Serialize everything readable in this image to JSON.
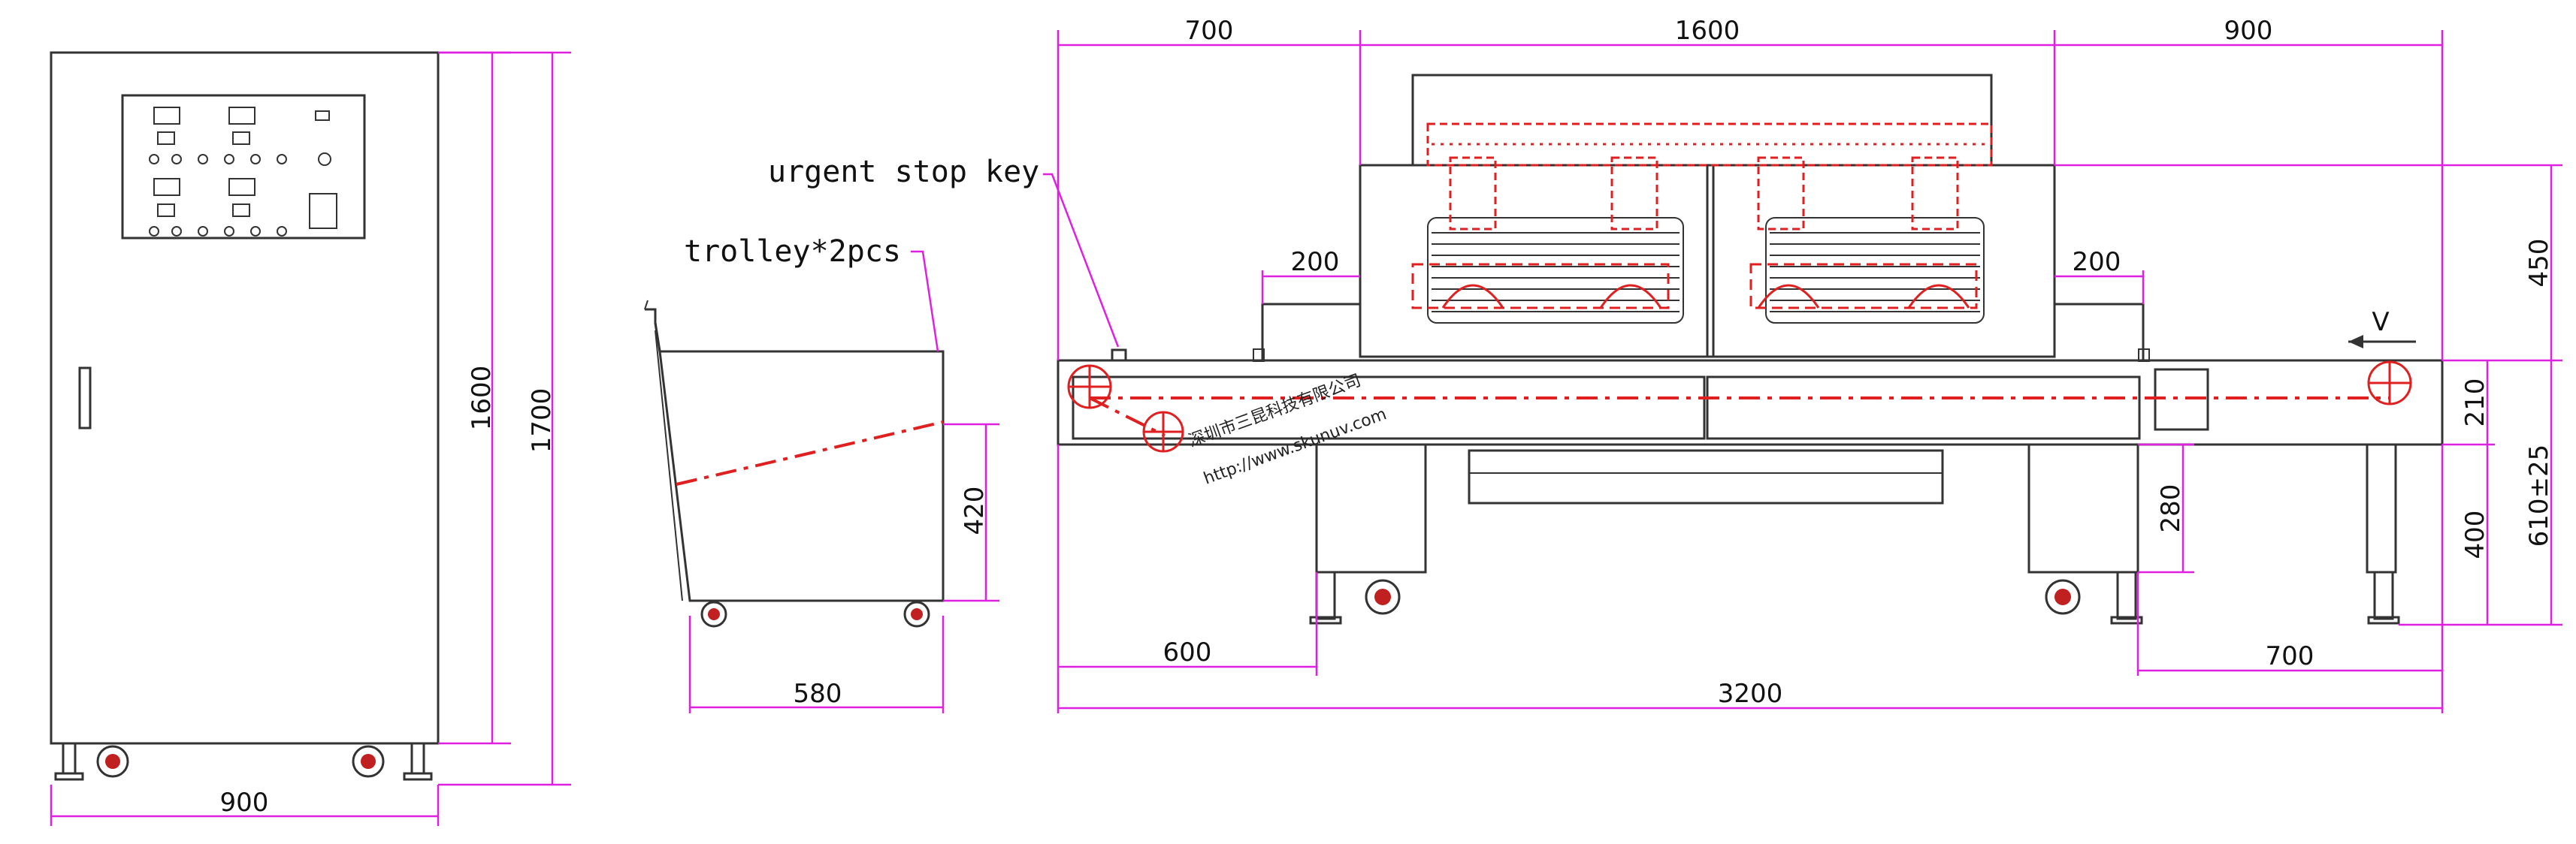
{
  "cabinet": {
    "dim_height_1": "1600",
    "dim_height_2": "1700",
    "dim_width": "900"
  },
  "trolley": {
    "label": "trolley*2pcs",
    "dim_height": "420",
    "dim_width": "580"
  },
  "machine": {
    "label_stop_key": "urgent stop key",
    "dim_top_left": "700",
    "dim_top_mid": "1600",
    "dim_top_right": "900",
    "dim_shelf_left": "200",
    "dim_shelf_right": "200",
    "dim_right_450": "450",
    "dim_right_210": "210",
    "dim_right_610": "610±25",
    "dim_right_400": "400",
    "dim_280": "280",
    "dim_bottom_600": "600",
    "dim_bottom_700": "700",
    "dim_total": "3200",
    "direction_label": "V"
  },
  "watermark": {
    "company": "深圳市三昆科技有限公司",
    "url": "http://www.skunuv.com"
  },
  "colors": {
    "equipment": "#333333",
    "dimension": "#e020e0",
    "lamp": "#e02020"
  }
}
